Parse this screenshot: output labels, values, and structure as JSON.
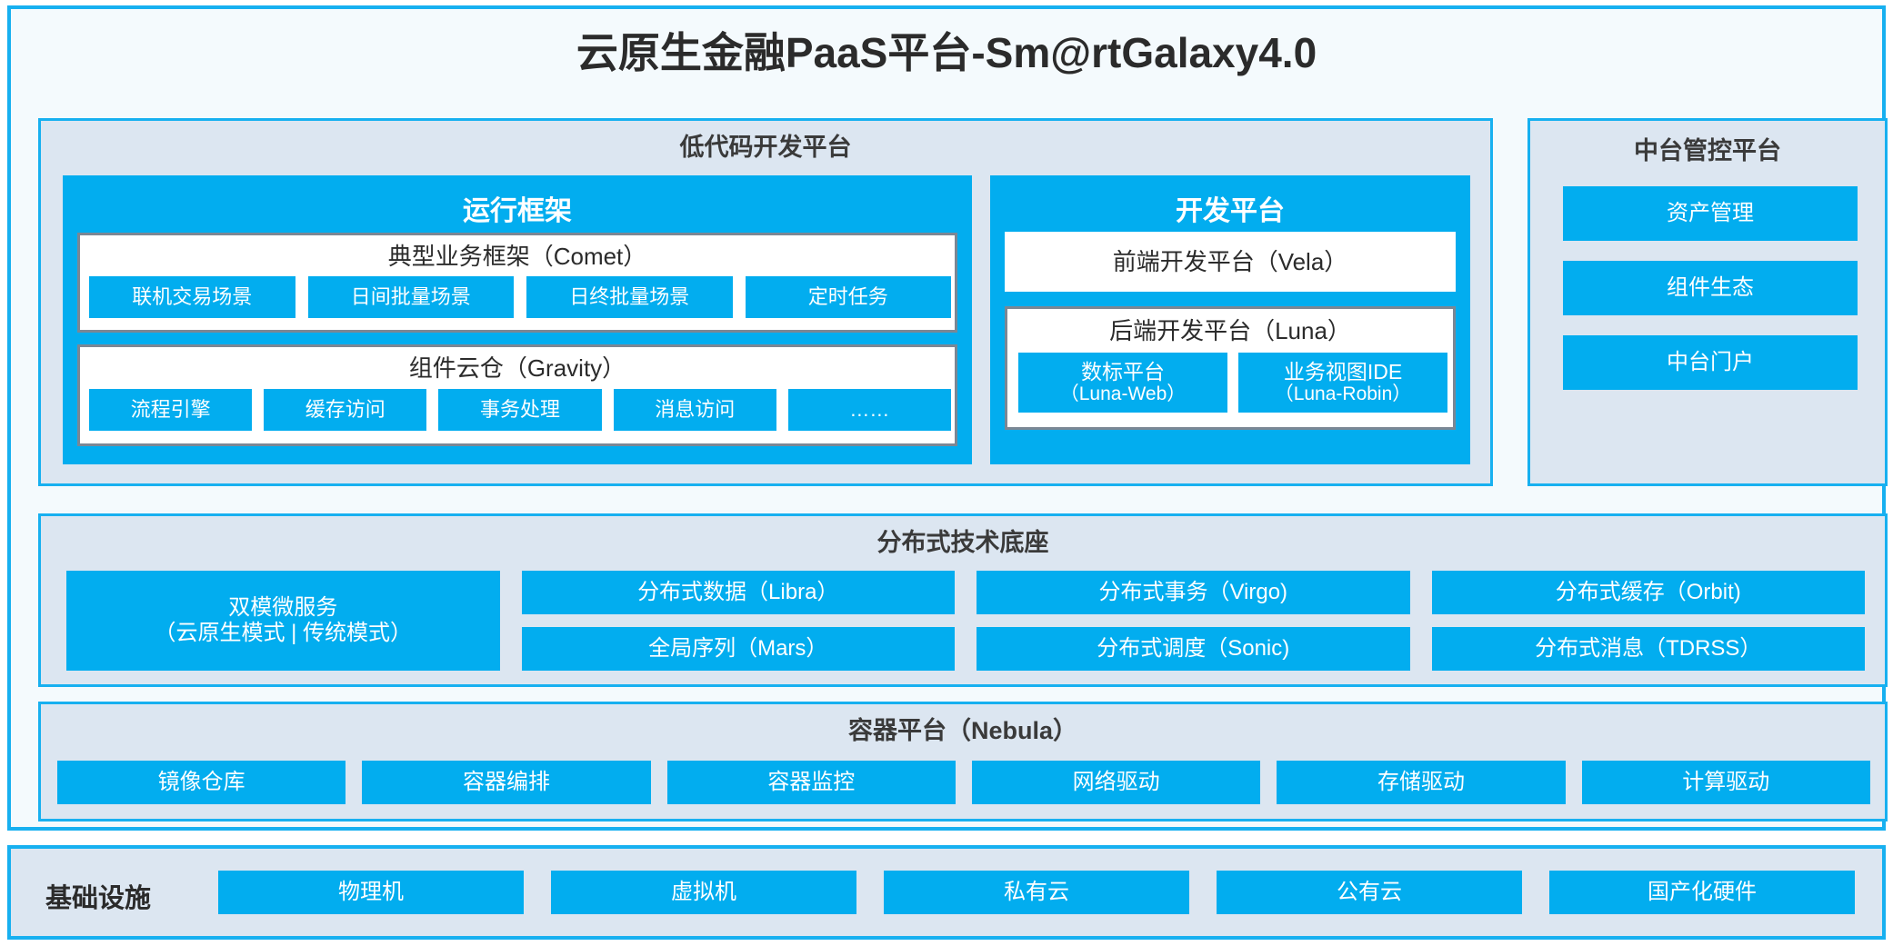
{
  "title": "云原生金融PaaS平台-Sm@rtGalaxy4.0",
  "colors": {
    "accent_blue": "#02ADEF",
    "border_blue": "#17B0F0",
    "panel_bg": "#DCE6F1",
    "card_bg": "#F4FAFD",
    "inner_border_gray": "#7B8794"
  },
  "lowcode": {
    "title": "低代码开发平台",
    "runtime": {
      "title": "运行框架",
      "comet": {
        "title": "典型业务框架（Comet）",
        "tags": [
          "联机交易场景",
          "日间批量场景",
          "日终批量场景",
          "定时任务"
        ]
      },
      "gravity": {
        "title": "组件云仓（Gravity）",
        "tags": [
          "流程引擎",
          "缓存访问",
          "事务处理",
          "消息访问",
          "……"
        ]
      }
    },
    "devplatform": {
      "title": "开发平台",
      "frontend": "前端开发平台（Vela）",
      "backend": {
        "title": "后端开发平台（Luna）",
        "tags": [
          {
            "line1": "数标平台",
            "line2": "（Luna-Web）"
          },
          {
            "line1": "业务视图IDE",
            "line2": "（Luna-Robin）"
          }
        ]
      }
    }
  },
  "midplatform": {
    "title": "中台管控平台",
    "tags": [
      "资产管理",
      "组件生态",
      "中台门户"
    ]
  },
  "distributed": {
    "title": "分布式技术底座",
    "columns": [
      [
        {
          "line1": "双模微服务",
          "line2": "（云原生模式 | 传统模式）"
        }
      ],
      [
        {
          "line1": "分布式数据（Libra）"
        },
        {
          "line1": "全局序列（Mars）"
        }
      ],
      [
        {
          "line1": "分布式事务（Virgo)"
        },
        {
          "line1": "分布式调度（Sonic)"
        }
      ],
      [
        {
          "line1": "分布式缓存（Orbit)"
        },
        {
          "line1": "分布式消息（TDRSS）"
        }
      ]
    ]
  },
  "container": {
    "title": "容器平台（Nebula）",
    "tags": [
      "镜像仓库",
      "容器编排",
      "容器监控",
      "网络驱动",
      "存储驱动",
      "计算驱动"
    ]
  },
  "infrastructure": {
    "label": "基础设施",
    "tags": [
      "物理机",
      "虚拟机",
      "私有云",
      "公有云",
      "国产化硬件"
    ]
  }
}
